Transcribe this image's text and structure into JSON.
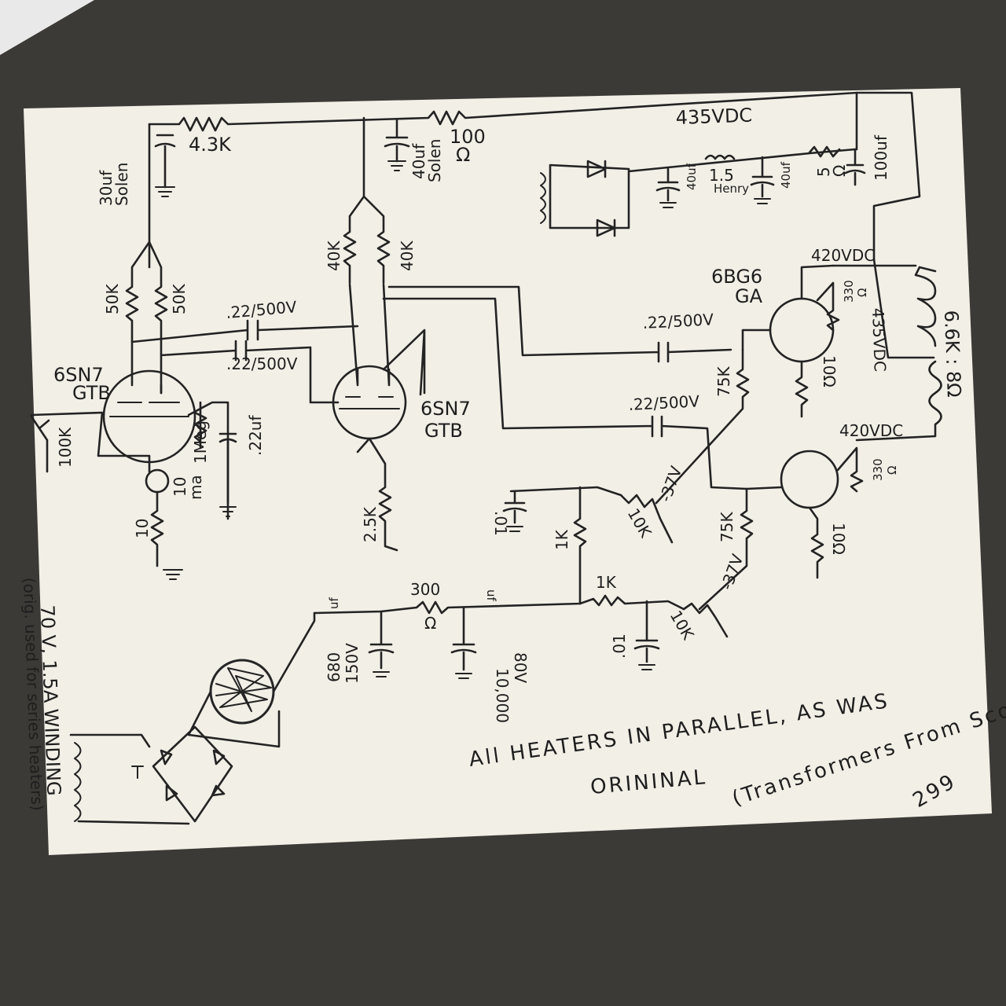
{
  "labels": {
    "v435_top": "435VDC",
    "r_4_3k": "4.3K",
    "c_30uf": "30uf",
    "solen_1": "Solen",
    "r_100": "100",
    "ohm_100": "Ω",
    "c_40uf_top": "40uf",
    "solen_2": "Solen",
    "c_40uf_a": "40uf",
    "choke_1_5": "1.5",
    "henry": "Henry",
    "c_40uf_b": "40uf",
    "r_5": "5",
    "ohm_5": "Ω",
    "c_100uf": "100uf",
    "r_40k_a": "40K",
    "r_40k_b": "40K",
    "r_50k_a": "50K",
    "r_50k_b": "50K",
    "cap_22_a": ".22/500V",
    "cap_22_b": ".22/500V",
    "cap_22_c": ".22/500V",
    "cap_22_d": ".22/500V",
    "tube_6sn7_a": "6SN7",
    "tube_gtb_a": "GTB",
    "tube_6sn7_b": "6SN7",
    "tube_gtb_b": "GTB",
    "tube_6bg6": "6BG6",
    "tube_ga": "GA",
    "v420_a": "420VDC",
    "v420_b": "420VDC",
    "r_330_a": "330",
    "ohm_330_a": "Ω",
    "r_330_b": "330",
    "ohm_330_b": "Ω",
    "v435_side": "435VDC",
    "xfmr": "6.6K : 8Ω",
    "r_100k": "100K",
    "r_1meg": "1Meg",
    "c_22uf": ".22uf",
    "ma_10": "10",
    "ma_unit": "ma",
    "r_10": "10",
    "r_2_5k": "2.5K",
    "r_75k_a": "75K",
    "r_75k_b": "75K",
    "r_10_a": "10Ω",
    "r_10_b": "10Ω",
    "neg_37_a": "-37V",
    "neg_37_b": "-37V",
    "c_01_a": ".01",
    "c_01_b": ".01",
    "r_1k_a": "1K",
    "r_1k_b": "1K",
    "pot_10k_a": "10K",
    "pot_10k_b": "10K",
    "r_300": "300",
    "ohm_300": "Ω",
    "c_680": "680",
    "c_680_v": "150V",
    "uf_a": "uf",
    "c_10000": "10,000",
    "c_10000_v": "80V",
    "uf_b": "uf",
    "winding_1": "70 V, 1.5A WINDING",
    "winding_2": "(orig. used for series heaters)",
    "note_1": "All HEATERS IN PARALLEL, AS WAS",
    "note_2": "ORININAL",
    "note_3": "(Transformers From Scott",
    "note_4": "299"
  },
  "colors": {
    "paper": "#f2efe6",
    "ink": "#232323",
    "counter": "#3c3a36"
  }
}
